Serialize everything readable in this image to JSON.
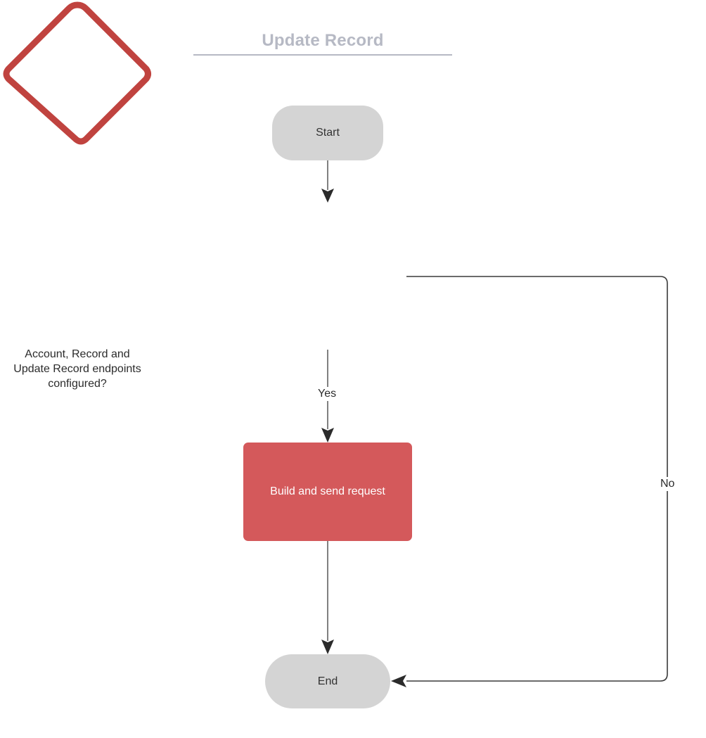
{
  "diagram": {
    "title": "Update Record",
    "title_color": "#b6b9c4",
    "background": "#ffffff",
    "type": "flowchart"
  },
  "palette": {
    "terminator_fill": "#d4d4d4",
    "terminator_text": "#333333",
    "process_fill": "#d4595b",
    "process_text": "#ffffff",
    "decision_stroke": "#c0433f",
    "decision_text": "#2b2b2b",
    "connector_stroke": "#3a3a3a",
    "arrowhead_fill": "#2b2b2b"
  },
  "nodes": {
    "start": {
      "label": "Start",
      "shape": "rounded-terminator"
    },
    "decision": {
      "label": "Account, Record and\nUpdate Record endpoints\nconfigured?",
      "shape": "diamond"
    },
    "process": {
      "label": "Build and send request",
      "shape": "rectangle"
    },
    "end": {
      "label": "End",
      "shape": "stadium-terminator"
    }
  },
  "edges": {
    "start_to_decision": {
      "label": ""
    },
    "decision_yes": {
      "label": "Yes"
    },
    "decision_no": {
      "label": "No"
    },
    "process_to_end": {
      "label": ""
    }
  }
}
